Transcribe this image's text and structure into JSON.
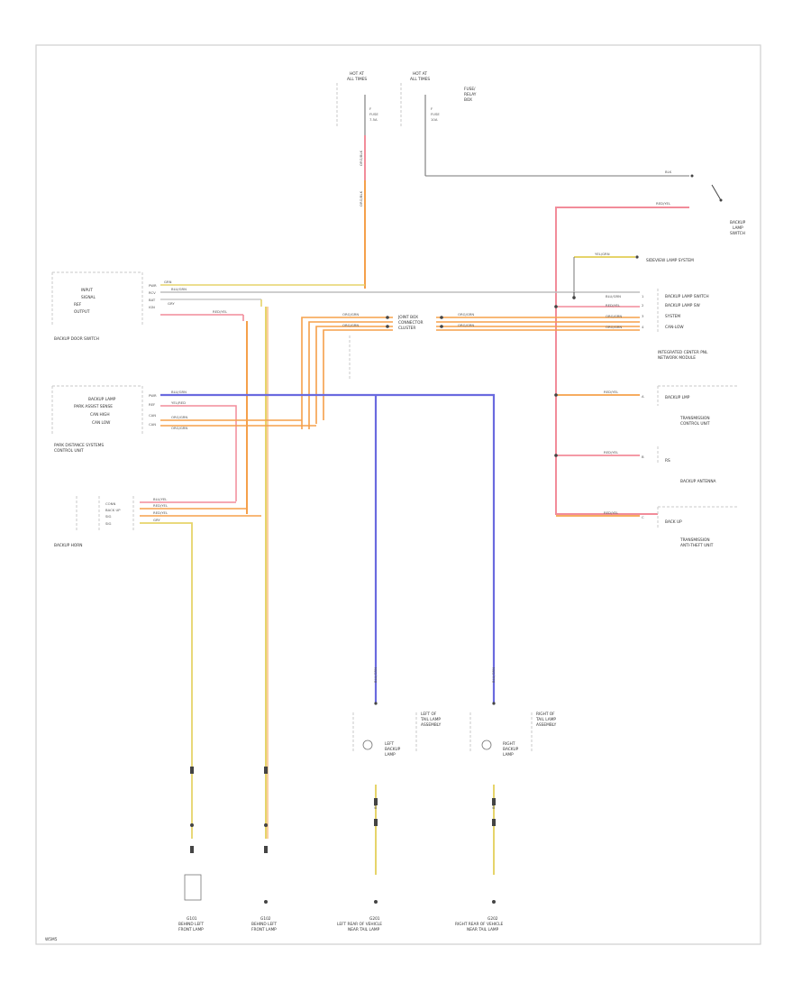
{
  "fuse_top_left": [
    "HOT AT",
    "ALL TIMES"
  ],
  "fuse_top_right": [
    "HOT AT",
    "ALL TIMES"
  ],
  "fuse_left_labels": [
    "F",
    "FUSE",
    "7.5A"
  ],
  "fuse_right_labels": [
    "F",
    "FUSE",
    "10A"
  ],
  "fuse_box_label": [
    "FUSE/",
    "RELAY",
    "BOX"
  ],
  "backup_switch_label": [
    "BACKUP",
    "LAMP",
    "SWITCH"
  ],
  "wire_blk": "BLK",
  "wire_red_top": "RED/YEL",
  "wire_org_vert": "ORG/BLK",
  "wire_yel_grn": "YEL/GRN",
  "sideview_label": "SIDEVIEW LAMP SYSTEM",
  "left_module_pins": [
    "PWR",
    "RCV",
    "BAT",
    "IGN"
  ],
  "left_module_labels": [
    "INPUT",
    "SIGNAL",
    "REF",
    "OUTPUT"
  ],
  "left_module_wires": [
    "GRN",
    "BLU/GRN",
    "GRY",
    "RED/YEL"
  ],
  "left_module_name": "BACKUP DOOR SWITCH",
  "center_wires": [
    "ORG/GRN",
    "ORG/GRN",
    "ORG/GRN",
    "ORG/GRN"
  ],
  "center_connector": [
    "JOINT BOX",
    "CONNECTOR",
    "CLUSTER"
  ],
  "right_module_wires": [
    "BLU/GRN",
    "RED/YEL",
    "ORG/GRN",
    "ORG/GRN"
  ],
  "right_module_pins": [
    "1",
    "2",
    "3",
    "4"
  ],
  "right_module_labels": [
    "BACKUP LAMP SWITCH",
    "BACKUP LAMP SW",
    "SYSTEM",
    "CAN-LOW"
  ],
  "right_module_name": [
    "INTEGRATED CENTER PNL",
    "NETWORK MODULE"
  ],
  "left2_pins": [
    "PWR",
    "REF",
    "CAN",
    "CAN"
  ],
  "left2_labels": [
    "BACKUP LAMP",
    "PARK ASSIST SENSE",
    "CAN HIGH",
    "CAN LOW"
  ],
  "left2_wires": [
    "BLU/GRN",
    "YEL/RED",
    "ORG/GRN",
    "ORG/GRN"
  ],
  "left2_name": [
    "PARK DISTANCE SYSTEMS",
    "CONTROL UNIT"
  ],
  "right_stack": [
    {
      "wire": "RED/YEL",
      "pin": "A",
      "label": "BACKUP LMP",
      "name": [
        "TRANSMISSION",
        "CONTROL UNIT"
      ]
    },
    {
      "wire": "RED/YEL",
      "pin": "B",
      "label": "RS",
      "name": [
        "BACKUP ANTENNA"
      ]
    },
    {
      "wire": "RED/YEL",
      "pin": "C",
      "label": "BACK UP",
      "name": [
        "TRANSMISSION",
        "ANTI-THEFT UNIT"
      ]
    }
  ],
  "bottom_left_pins": [
    "BLU/YEL",
    "RED/YEL",
    "RED/YEL",
    "GRY"
  ],
  "bottom_left_labels": [
    "CONN",
    "BACK UP",
    "SIG",
    "SIG"
  ],
  "bottom_left_name": "BACKUP HORN",
  "lamp_left_top": [
    "LEFT OF",
    "TAIL LAMP",
    "ASSEMBLY"
  ],
  "lamp_left_inner": [
    "LEFT",
    "BACKUP",
    "LAMP"
  ],
  "lamp_right_top": [
    "RIGHT OF",
    "TAIL LAMP",
    "ASSEMBLY"
  ],
  "lamp_right_inner": [
    "RIGHT",
    "BACKUP",
    "LAMP"
  ],
  "lamp_wire": "BLU/GRN",
  "ground_wire": "BRN",
  "grounds": [
    {
      "label": [
        "G101",
        "BEHIND LEFT",
        "FRONT LAMP"
      ]
    },
    {
      "label": [
        "G102",
        "BEHIND LEFT",
        "FRONT LAMP"
      ]
    },
    {
      "label": [
        "G201",
        "LEFT REAR OF VEHICLE",
        "NEAR TAIL LAMP"
      ]
    },
    {
      "label": [
        "G202",
        "RIGHT REAR OF VEHICLE",
        "NEAR TAIL LAMP"
      ]
    }
  ],
  "footer_code": "W5M5",
  "colors": {
    "orange": "#f5a04a",
    "yellow": "#e6d46a",
    "pink": "#f28c9a",
    "blue": "#6a6adf",
    "gray": "#bdbdbd",
    "black": "#444444"
  }
}
